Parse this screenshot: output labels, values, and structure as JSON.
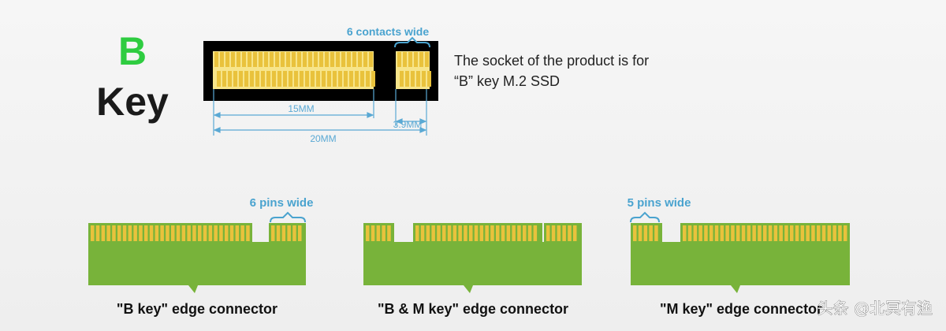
{
  "title": {
    "letter": "B",
    "word": "Key"
  },
  "socket": {
    "contacts_label": "6 contacts wide",
    "dims": {
      "d15": "15MM",
      "d39": "3.9MM",
      "d20": "20MM"
    },
    "description": [
      "The socket of the product is for",
      "“B” key M.2 SSD"
    ]
  },
  "connectors": [
    {
      "caption": "\"B key\" edge connector",
      "annotation": "6 pins wide"
    },
    {
      "caption": "\"B & M key\" edge connector"
    },
    {
      "caption": "\"M key\" edge connector",
      "annotation": "5 pins wide"
    }
  ],
  "watermark": "头条 @北冥有渔",
  "colors": {
    "green": "#78b33a",
    "gold": "#e9c23c",
    "pin_light": "#f7e58a",
    "accent": "#4aa3cf",
    "key_green": "#2ecc40"
  }
}
